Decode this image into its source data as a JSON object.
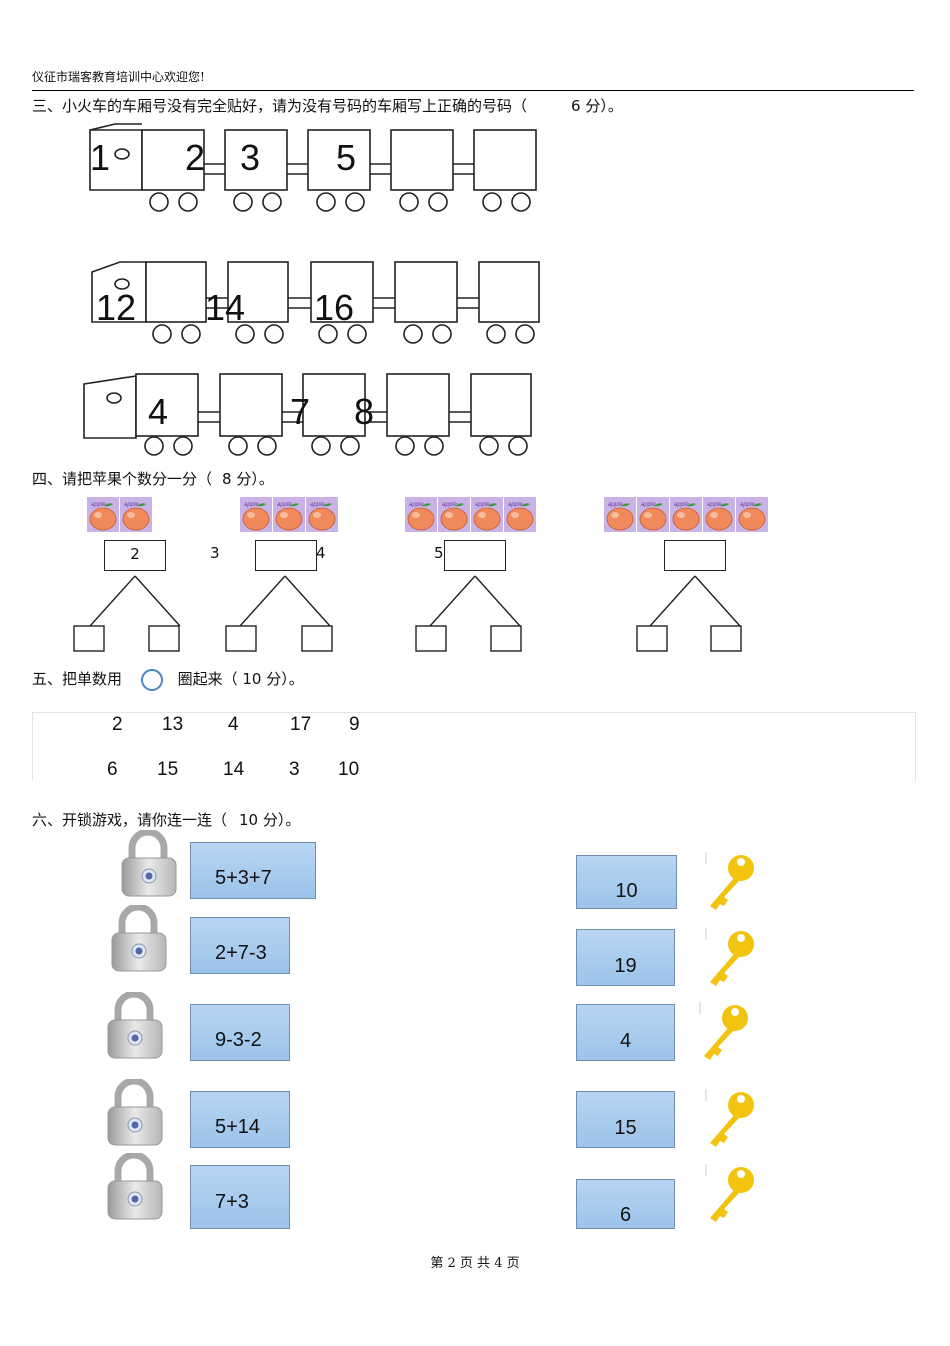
{
  "header": {
    "text": "仪征市瑞客教育培训中心欢迎您!"
  },
  "q3": {
    "title": "三、小火车的车厢号没有完全贴好，请为没有号码的车厢写上正确的号码（",
    "score": "6 分）。",
    "train1": [
      "1",
      "2",
      "3",
      "5"
    ],
    "train2": [
      "12",
      "14",
      "16"
    ],
    "train3": [
      "4",
      "7",
      "8"
    ]
  },
  "q4": {
    "title": "四、请把苹果个数分一分（",
    "score": "8 分）。",
    "apple_label": "apple",
    "groups": [
      {
        "apples": 2,
        "label": "2"
      },
      {
        "apples": 3,
        "label": "3"
      },
      {
        "apples": 4,
        "label": "4"
      },
      {
        "apples": 5,
        "label": "5"
      }
    ]
  },
  "q5": {
    "title": "五、把单数用",
    "title2": "圈起来（ 10 分）。",
    "row1": [
      "2",
      "13",
      "4",
      "17",
      "9"
    ],
    "row2": [
      "6",
      "15",
      "14",
      "3",
      "10"
    ]
  },
  "q6": {
    "title": "六、开锁游戏，请你连一连（",
    "score": "10 分）。",
    "equations": [
      "5+3+7",
      "2+7-3",
      "9-3-2",
      "5+14",
      "7+3"
    ],
    "answers": [
      "10",
      "19",
      "4",
      "15",
      "6"
    ]
  },
  "footer": {
    "text": "第 2 页 共 4 页"
  },
  "colors": {
    "apple": "#f08a5d",
    "apple_bg": "#c9b3e6",
    "key": "#f2c40f",
    "box_blue": "#a9cbee",
    "circle": "#4a86c5"
  }
}
